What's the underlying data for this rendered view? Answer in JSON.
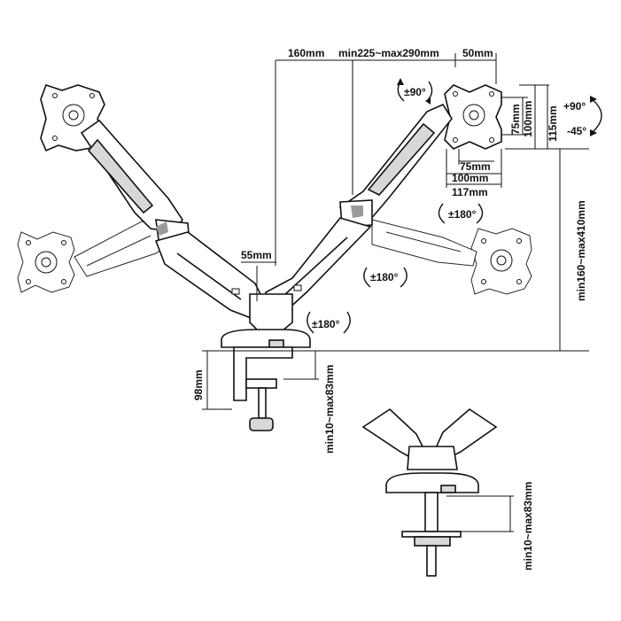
{
  "diagram": {
    "labels": {
      "arm_offset": "160mm",
      "arm_length": "min225~max290mm",
      "plate_offset": "50mm",
      "tilt_up": "+90°",
      "tilt_down": "-45°",
      "rotate_screen": "±90°",
      "vesa_75_w": "75mm",
      "vesa_100_w": "100mm",
      "plate_117_w": "117mm",
      "vesa_75_h": "75mm",
      "vesa_100_h": "100mm",
      "plate_115_h": "115mm",
      "height_range": "min160~max410mm",
      "swivel_head": "±180°",
      "swivel_arm": "±180°",
      "swivel_base": "±180°",
      "pole_gap": "55mm",
      "clamp_depth": "98mm",
      "clamp_range": "min10~max83mm",
      "grommet_range": "min10~max83mm"
    }
  }
}
